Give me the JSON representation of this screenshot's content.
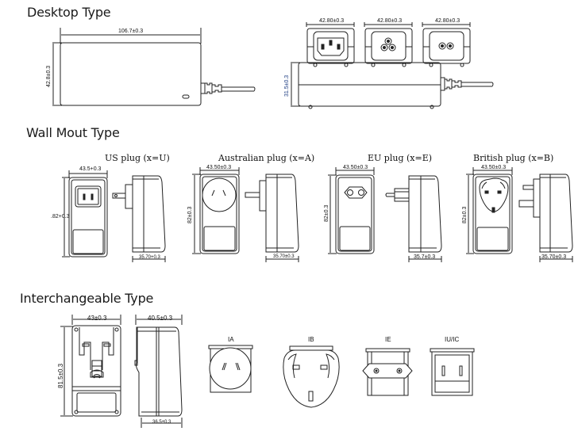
{
  "sections": {
    "desktop": {
      "title": "Desktop Type",
      "width_dim": "106.7±0.3",
      "height_dim": "42.8±0.3",
      "side_height_dim": "31.5±0.3",
      "inlet_dims": [
        "42.80±0.3",
        "42.80±0.3",
        "42.80±0.3"
      ],
      "inlets": [
        "c14-inlet",
        "c6-inlet",
        "c8-inlet"
      ]
    },
    "wall": {
      "title": "Wall Mout Type",
      "plugs": [
        {
          "caption": "US plug (x=U)",
          "width_dim": "43.5+0.3",
          "height_dim": ".82+0.3",
          "depth_dim": "35.70+0.3"
        },
        {
          "caption": "Australian plug (x=A)",
          "width_dim": "43.50±0.3",
          "height_dim": "82±0.3",
          "depth_dim": "35.70±0.3"
        },
        {
          "caption": "EU plug (x=E)",
          "width_dim": "43.50±0.3",
          "height_dim": "82±0.3",
          "depth_dim": "35.7±0.3"
        },
        {
          "caption": "British plug (x=B)",
          "width_dim": "43.50±0.3",
          "height_dim": "82±0.3",
          "depth_dim": "35.70±0.3"
        }
      ]
    },
    "interchangeable": {
      "title": "Interchangeable Type",
      "width_dim": "43±0.3",
      "height_dim": "81.5±0.3",
      "depth_dim": "40.5±0.3",
      "base_depth_dim": "36.5±0.3",
      "adapters": [
        "IA",
        "IB",
        "IE",
        "IU/IC"
      ]
    }
  }
}
